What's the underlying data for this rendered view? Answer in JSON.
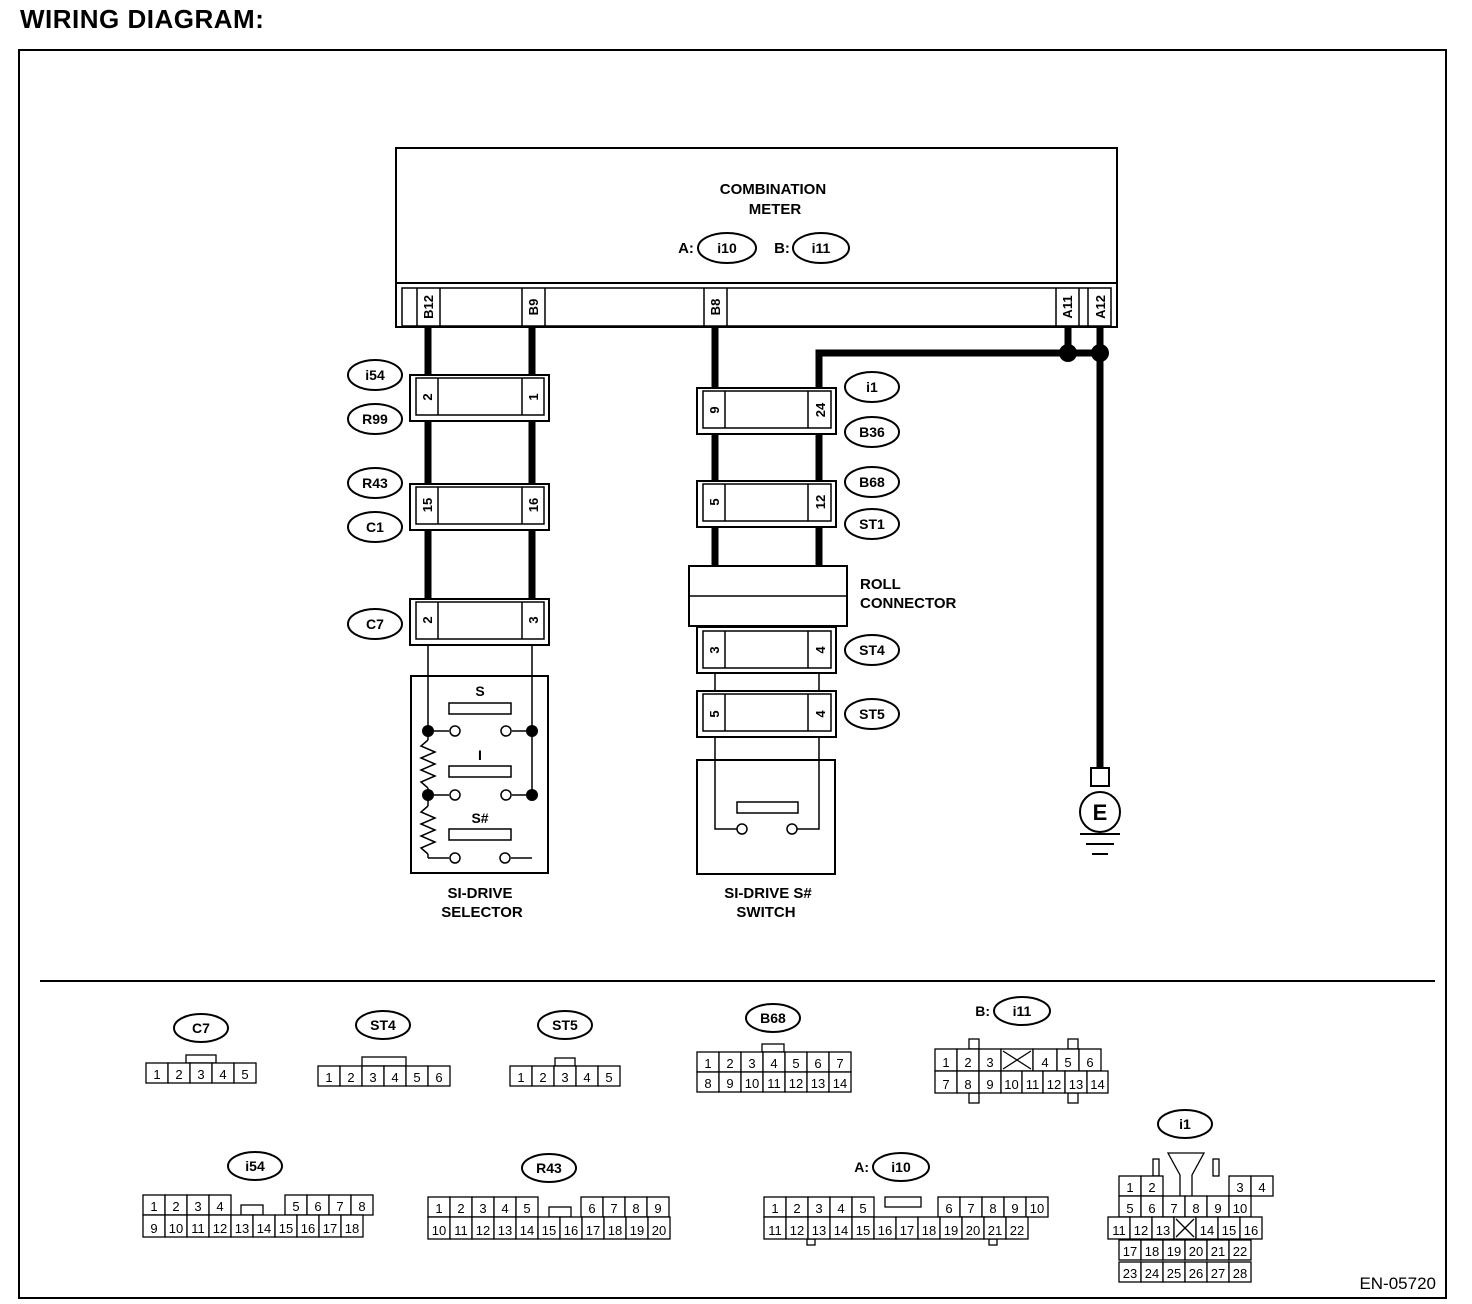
{
  "title": "WIRING DIAGRAM:",
  "figure_id": "EN-05720",
  "meter": {
    "line1": "COMBINATION",
    "line2": "METER",
    "conn_a_label": "A:",
    "conn_a": "i10",
    "conn_b_label": "B:",
    "conn_b": "i11",
    "pins": [
      "B12",
      "B9",
      "B8",
      "A11",
      "A12"
    ]
  },
  "left_column": {
    "c1": {
      "top_tag": "i54",
      "bottom_tag": "R99",
      "pins": [
        "2",
        "1"
      ]
    },
    "c2": {
      "top_tag": "R43",
      "bottom_tag": "C1",
      "pins": [
        "15",
        "16"
      ]
    },
    "c3": {
      "tag": "C7",
      "pins": [
        "2",
        "3"
      ]
    }
  },
  "right_column": {
    "c1": {
      "top_tag": "i1",
      "bottom_tag": "B36",
      "pins": [
        "9",
        "24"
      ]
    },
    "c2": {
      "top_tag": "B68",
      "bottom_tag": "ST1",
      "pins": [
        "5",
        "12"
      ]
    },
    "roll_line1": "ROLL",
    "roll_line2": "CONNECTOR",
    "c3": {
      "tag": "ST4",
      "pins": [
        "3",
        "4"
      ]
    },
    "c4": {
      "tag": "ST5",
      "pins": [
        "5",
        "4"
      ]
    }
  },
  "selector": {
    "line1": "SI-DRIVE",
    "line2": "SELECTOR",
    "modes": [
      "S",
      "I",
      "S#"
    ]
  },
  "s_switch": {
    "line1": "SI-DRIVE S#",
    "line2": "SWITCH"
  },
  "ground": "E",
  "connector_views": {
    "C7": {
      "name": "C7",
      "rows": [
        [
          "1",
          "2",
          "3",
          "4",
          "5"
        ]
      ]
    },
    "ST4": {
      "name": "ST4",
      "rows": [
        [
          "1",
          "2",
          "3",
          "4",
          "5",
          "6"
        ]
      ]
    },
    "ST5": {
      "name": "ST5",
      "rows": [
        [
          "1",
          "2",
          "3",
          "4",
          "5"
        ]
      ]
    },
    "B68": {
      "name": "B68",
      "rows": [
        [
          "1",
          "2",
          "3",
          "4",
          "5",
          "6",
          "7"
        ],
        [
          "8",
          "9",
          "10",
          "11",
          "12",
          "13",
          "14"
        ]
      ]
    },
    "i11": {
      "prefix": "B:",
      "name": "i11",
      "rows": [
        [
          "1",
          "2",
          "3",
          "",
          "4",
          "5",
          "6"
        ],
        [
          "7",
          "8",
          "9",
          "10",
          "11",
          "12",
          "13",
          "14"
        ]
      ]
    },
    "i54": {
      "name": "i54",
      "rows": [
        [
          "1",
          "2",
          "3",
          "4",
          "",
          "5",
          "6",
          "7",
          "8"
        ],
        [
          "9",
          "10",
          "11",
          "12",
          "13",
          "14",
          "15",
          "16",
          "17",
          "18"
        ]
      ]
    },
    "R43": {
      "name": "R43",
      "rows": [
        [
          "1",
          "2",
          "3",
          "4",
          "5",
          "",
          "6",
          "7",
          "8",
          "9"
        ],
        [
          "10",
          "11",
          "12",
          "13",
          "14",
          "15",
          "16",
          "17",
          "18",
          "19",
          "20"
        ]
      ]
    },
    "i10": {
      "prefix": "A:",
      "name": "i10",
      "rows": [
        [
          "1",
          "2",
          "3",
          "4",
          "5",
          "",
          "6",
          "7",
          "8",
          "9",
          "10"
        ],
        [
          "11",
          "12",
          "13",
          "14",
          "15",
          "16",
          "17",
          "18",
          "19",
          "20",
          "21",
          "22"
        ]
      ]
    },
    "i1": {
      "name": "i1",
      "rows": [
        [
          "1",
          "2",
          "",
          "3",
          "4"
        ],
        [
          "5",
          "6",
          "7",
          "8",
          "9",
          "10"
        ],
        [
          "11",
          "12",
          "13",
          "",
          "14",
          "15",
          "16"
        ],
        [
          "17",
          "18",
          "19",
          "20",
          "21",
          "22"
        ],
        [
          "23",
          "24",
          "25",
          "26",
          "27",
          "28"
        ]
      ]
    }
  }
}
